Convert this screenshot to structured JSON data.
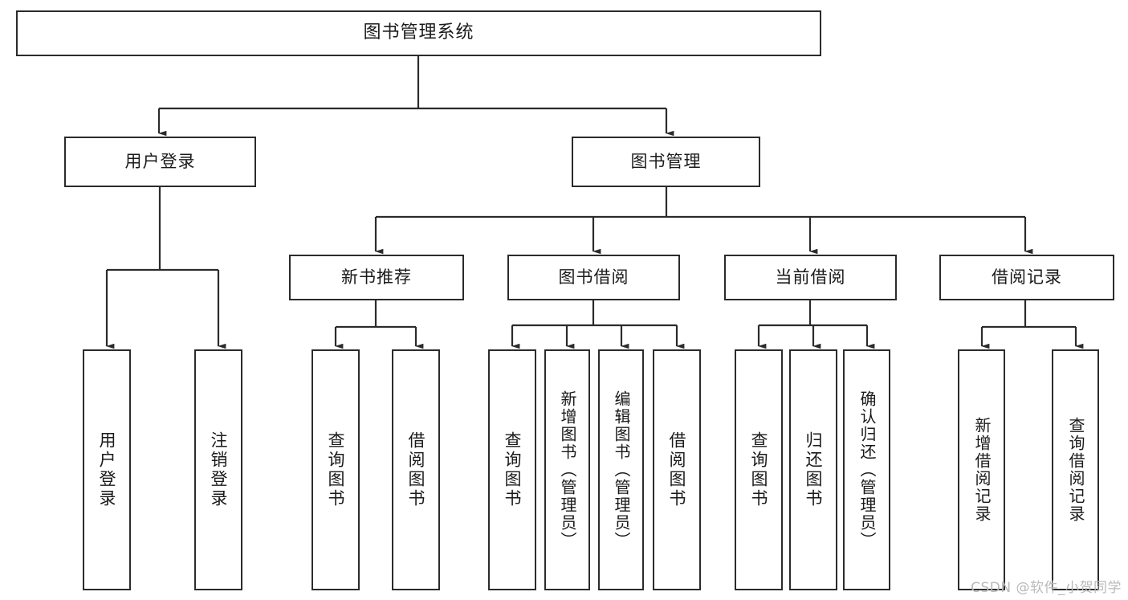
{
  "diagram": {
    "title": "图书管理系统",
    "type": "tree",
    "watermark": "CSDN @软件_小贺同学",
    "edge_color": "#2b2b2b",
    "box_border_color": "#2b2b2b",
    "box_fill_color": "#ffffff",
    "text_color": "#1a1a1a",
    "levels": {
      "root": {
        "label": "图书管理系统"
      },
      "level1": [
        {
          "id": "user-login",
          "label": "用户登录"
        },
        {
          "id": "book-manage",
          "label": "图书管理"
        }
      ],
      "level2": [
        {
          "id": "new-book-recommend",
          "label": "新书推荐",
          "parent": "book-manage"
        },
        {
          "id": "book-borrow",
          "label": "图书借阅",
          "parent": "book-manage"
        },
        {
          "id": "current-borrow",
          "label": "当前借阅",
          "parent": "book-manage"
        },
        {
          "id": "borrow-record",
          "label": "借阅记录",
          "parent": "book-manage"
        }
      ],
      "leaves": [
        {
          "id": "leaf-user-login",
          "label": "用户登录",
          "parent": "user-login"
        },
        {
          "id": "leaf-user-logout",
          "label": "注销登录",
          "parent": "user-login"
        },
        {
          "id": "leaf-query-book-1",
          "label": "查询图书",
          "parent": "new-book-recommend"
        },
        {
          "id": "leaf-borrow-book-1",
          "label": "借阅图书",
          "parent": "new-book-recommend"
        },
        {
          "id": "leaf-query-book-2",
          "label": "查询图书",
          "parent": "book-borrow"
        },
        {
          "id": "leaf-add-book",
          "label": "新增图书（管理员）",
          "parent": "book-borrow"
        },
        {
          "id": "leaf-edit-book",
          "label": "编辑图书（管理员）",
          "parent": "book-borrow"
        },
        {
          "id": "leaf-borrow-book-2",
          "label": "借阅图书",
          "parent": "book-borrow"
        },
        {
          "id": "leaf-query-book-3",
          "label": "查询图书",
          "parent": "current-borrow"
        },
        {
          "id": "leaf-return-book",
          "label": "归还图书",
          "parent": "current-borrow"
        },
        {
          "id": "leaf-confirm-return",
          "label": "确认归还（管理员）",
          "parent": "current-borrow"
        },
        {
          "id": "leaf-add-record",
          "label": "新增借阅记录",
          "parent": "borrow-record"
        },
        {
          "id": "leaf-query-record",
          "label": "查询借阅记录",
          "parent": "borrow-record"
        }
      ]
    }
  }
}
